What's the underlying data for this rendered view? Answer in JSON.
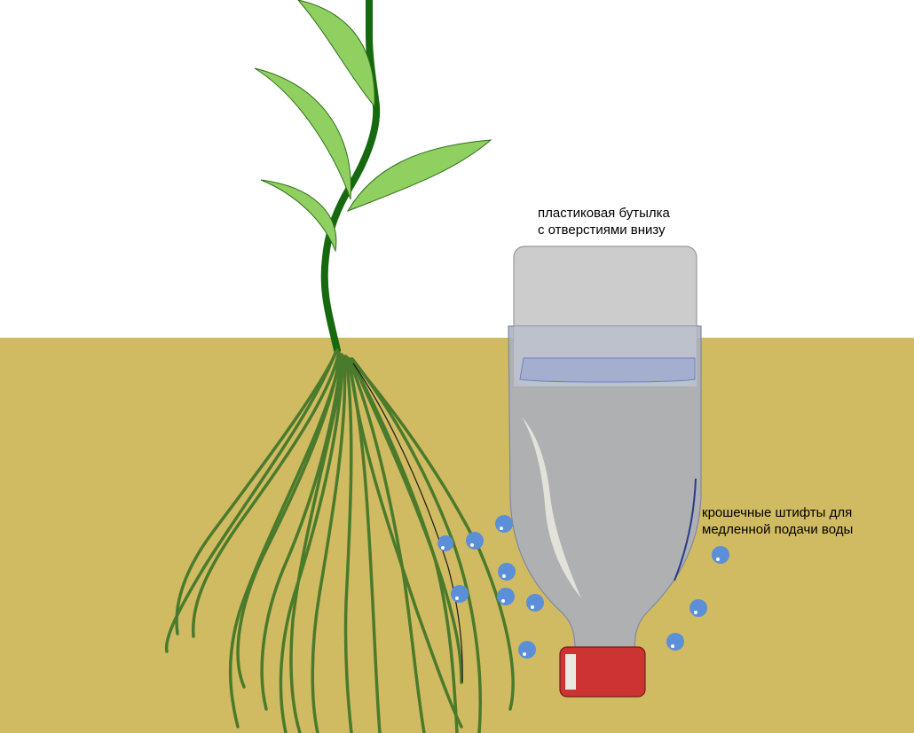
{
  "diagram": {
    "labels": {
      "bottle": {
        "line1": "пластиковая бутылка",
        "line2": "с отверстиями внизу"
      },
      "pins": {
        "line1": "крошечные штифты для",
        "line2": "медленной подачи воды"
      }
    },
    "colors": {
      "sky": "#ffffff",
      "soil": "#d1bb62",
      "leaf": "#8fd060",
      "leaf_edge": "#2f6f1a",
      "stem": "#16690f",
      "root": "#4a7a2c",
      "bottle_body": "#a8aec0",
      "bottle_top": "#cccccc",
      "cap": "#cc3333",
      "water_drop": "#5b8fd8"
    },
    "icons": {
      "plant": "plant-icon",
      "bottle": "bottle-icon",
      "cap": "bottle-cap-icon",
      "drop": "water-drop-icon"
    }
  }
}
